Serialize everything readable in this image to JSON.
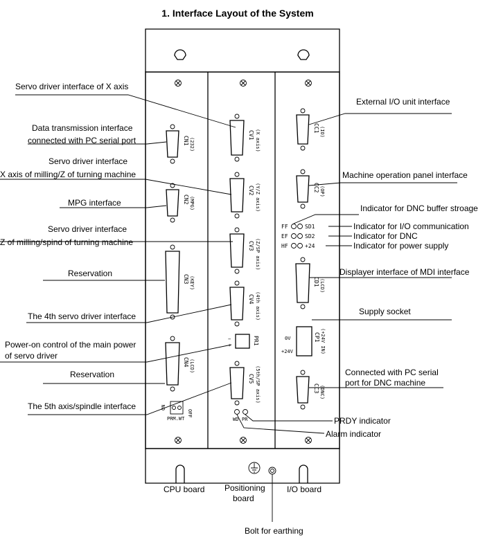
{
  "title": "1. Interface Layout of the System",
  "labels_left": {
    "x_servo": "Servo driver interface of X axis",
    "data_tx_1": "Data transmission interface",
    "data_tx_2": "connected with PC serial port",
    "servo_iface": "Servo driver interface",
    "x_axis_milling": "X axis of milling/Z of turning machine",
    "mpg": "MPG interface",
    "servo_iface_2": "Servo driver interface",
    "z_milling": "Z of milling/spind of turning machine",
    "reservation_1": "Reservation",
    "servo_4th": "The 4th servo driver interface",
    "power_on_1": "Power-on control of the main power",
    "power_on_2": "of servo driver",
    "reservation_2": "Reservation",
    "axis_5th": "The 5th axis/spindle interface"
  },
  "labels_right": {
    "ext_io": "External I/O unit interface",
    "machine_panel": "Machine operation panel interface",
    "dnc_buffer": "Indicator for DNC buffer stroage",
    "io_comm": "Indicator for I/O communication",
    "dnc": "Indicator for DNC",
    "power_supply": "Indicator for power supply",
    "mdi": "Displayer interface of MDI interface",
    "supply_socket": "Supply socket",
    "pc_dnc_1": "Connected with PC serial",
    "pc_dnc_2": "port for DNC machine",
    "prdy": "PRDY indicator",
    "alarm": "Alarm indicator"
  },
  "bottom": {
    "cpu_board": "CPU board",
    "positioning_1": "Positioning",
    "positioning_2": "board",
    "io_board": "I/O board",
    "bolt": "Bolt for earthing"
  },
  "connectors": {
    "cn1": "CN1",
    "cn1_sub": "(232)",
    "cn2": "CN2",
    "cn2_sub": "(MPG)",
    "cn3": "CN3",
    "cn3_sub": "(KEY)",
    "cn4": "CN4",
    "cn4_sub": "(LCD)",
    "cv1": "CV1",
    "cv1_sub": "(X axis)",
    "cv2": "CV2",
    "cv2_sub": "(Y/Z axis)",
    "cv3": "CV3",
    "cv3_sub": "(Z/SP axis)",
    "cv4": "CV4",
    "cv4_sub": "(4th axis)",
    "cv5": "CV5",
    "cv5_sub": "(5th/SP axis)",
    "cc1": "CC1",
    "cc1_sub": "(IO)",
    "cc2": "CC2",
    "cc2_sub": "(OP)",
    "cd1": "CD1",
    "cd1_sub": "(LCD)",
    "cp1": "CP1",
    "cp1_sub": "(+24V IN)",
    "cc3": "CC3",
    "cc3_sub": "(DNC)",
    "pr1": "PR1",
    "sw_on": "ON",
    "sw_off": "OFF",
    "sw_label": "PRM.WT",
    "led_ff": "FF",
    "led_sd1": "SD1",
    "led_ef": "EF",
    "led_sd2": "SD2",
    "led_hf": "HF",
    "led_24": "+24",
    "led_wd": "WD",
    "led_pr": "PR",
    "cp1_0v": "0V",
    "cp1_24v": "+24V",
    "plus": "+",
    "minus": "−"
  }
}
